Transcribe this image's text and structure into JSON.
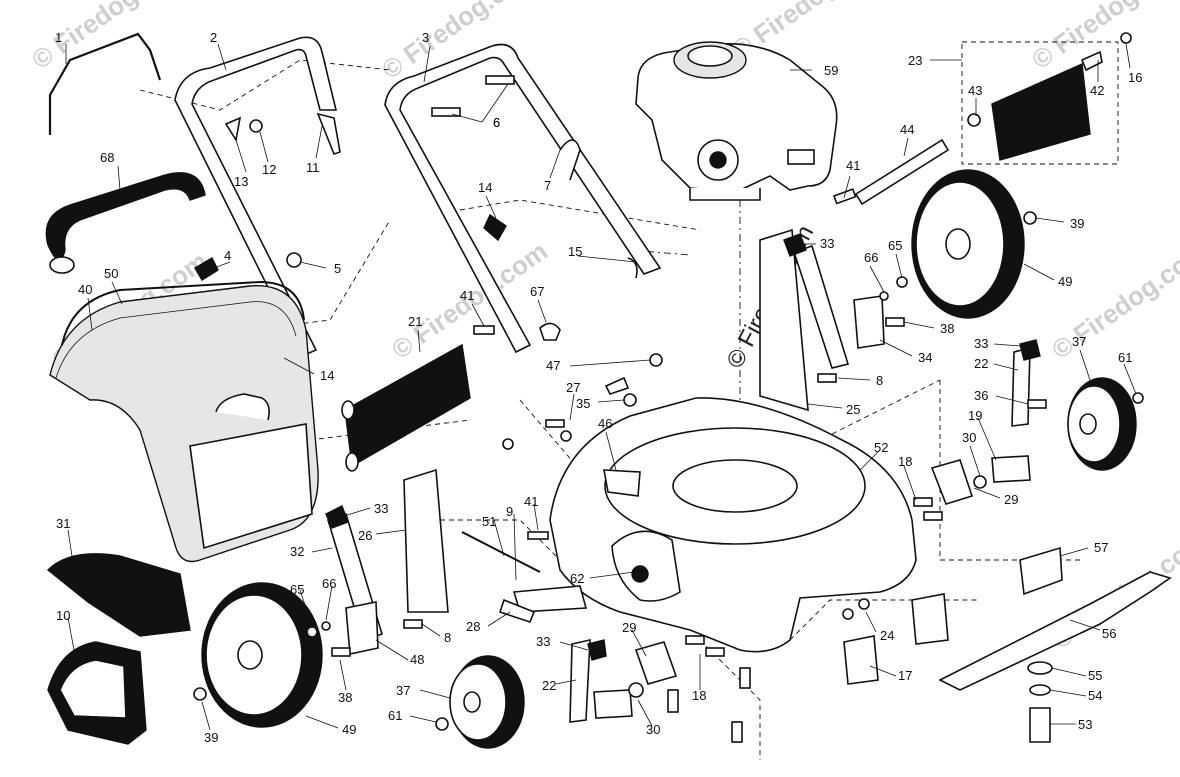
{
  "watermarks": [
    "© Firedog.com",
    "© Firedog.com",
    "© Firedog.com",
    "© Firedog.com",
    "© Firedog.com",
    "© Firedog.com",
    "© Firedog.com",
    "© Firedog.com"
  ],
  "center_watermark": "© Firedog.com",
  "colors": {
    "ink": "#111111",
    "paper": "#ffffff",
    "watermark": "#cfcfcf",
    "bag_fill": "#e6e6e6"
  },
  "callouts": [
    {
      "name": "1"
    },
    {
      "name": "2"
    },
    {
      "name": "3"
    },
    {
      "name": "59"
    },
    {
      "name": "23"
    },
    {
      "name": "16"
    },
    {
      "name": "42"
    },
    {
      "name": "43"
    },
    {
      "name": "6"
    },
    {
      "name": "6"
    },
    {
      "name": "13"
    },
    {
      "name": "12"
    },
    {
      "name": "11"
    },
    {
      "name": "7"
    },
    {
      "name": "44"
    },
    {
      "name": "68"
    },
    {
      "name": "41"
    },
    {
      "name": "14"
    },
    {
      "name": "39"
    },
    {
      "name": "4"
    },
    {
      "name": "5"
    },
    {
      "name": "33"
    },
    {
      "name": "65"
    },
    {
      "name": "66"
    },
    {
      "name": "15"
    },
    {
      "name": "49"
    },
    {
      "name": "50"
    },
    {
      "name": "40"
    },
    {
      "name": "67"
    },
    {
      "name": "41"
    },
    {
      "name": "38"
    },
    {
      "name": "21"
    },
    {
      "name": "14"
    },
    {
      "name": "34"
    },
    {
      "name": "33"
    },
    {
      "name": "22"
    },
    {
      "name": "37"
    },
    {
      "name": "47"
    },
    {
      "name": "8"
    },
    {
      "name": "61"
    },
    {
      "name": "27"
    },
    {
      "name": "35"
    },
    {
      "name": "36"
    },
    {
      "name": "25"
    },
    {
      "name": "19"
    },
    {
      "name": "46"
    },
    {
      "name": "52"
    },
    {
      "name": "30"
    },
    {
      "name": "18"
    },
    {
      "name": "29"
    },
    {
      "name": "33"
    },
    {
      "name": "51"
    },
    {
      "name": "9"
    },
    {
      "name": "41"
    },
    {
      "name": "31"
    },
    {
      "name": "26"
    },
    {
      "name": "32"
    },
    {
      "name": "57"
    },
    {
      "name": "62"
    },
    {
      "name": "65"
    },
    {
      "name": "66"
    },
    {
      "name": "10"
    },
    {
      "name": "28"
    },
    {
      "name": "8"
    },
    {
      "name": "24"
    },
    {
      "name": "56"
    },
    {
      "name": "33"
    },
    {
      "name": "29"
    },
    {
      "name": "48"
    },
    {
      "name": "38"
    },
    {
      "name": "22"
    },
    {
      "name": "18"
    },
    {
      "name": "17"
    },
    {
      "name": "55"
    },
    {
      "name": "37"
    },
    {
      "name": "54"
    },
    {
      "name": "61"
    },
    {
      "name": "30"
    },
    {
      "name": "39"
    },
    {
      "name": "49"
    },
    {
      "name": "53"
    }
  ]
}
